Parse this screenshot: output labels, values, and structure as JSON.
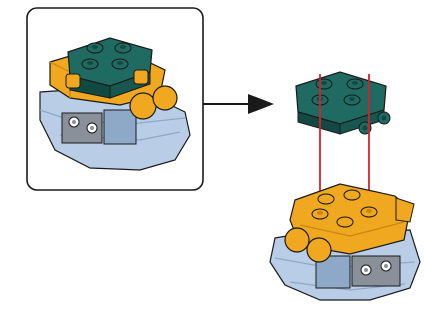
{
  "step": {
    "callout": {
      "shows": "assembled-preview"
    },
    "parts": [
      {
        "name": "teal-plate-2x2-with-clips",
        "color": "#1f6b62"
      },
      {
        "name": "orange-brick-base",
        "color": "#f0a820"
      },
      {
        "name": "light-blue-curved-base",
        "color": "#b9cde6"
      }
    ],
    "colors": {
      "teal": "#1f6b62",
      "teal_dark": "#124a43",
      "orange": "#f0a820",
      "orange_dark": "#c98610",
      "light_blue": "#b9cde6",
      "light_blue_dark": "#8ea8c7",
      "gray": "#8a9099",
      "red_arrow": "#d6212a",
      "outline": "#1a1a1a"
    }
  }
}
